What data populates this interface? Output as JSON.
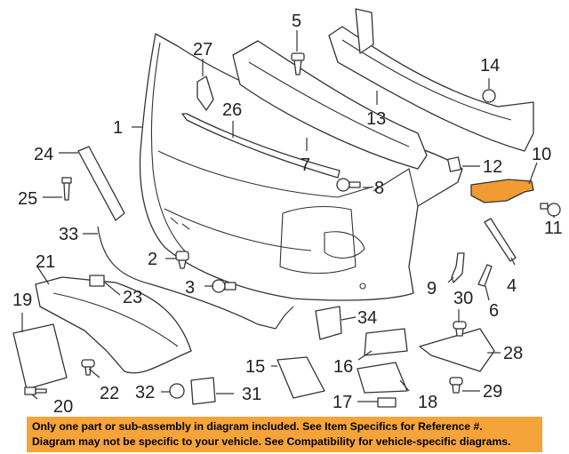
{
  "diagram": {
    "callouts": [
      "1",
      "2",
      "3",
      "4",
      "5",
      "6",
      "7",
      "8",
      "9",
      "10",
      "11",
      "12",
      "13",
      "14",
      "15",
      "16",
      "17",
      "18",
      "19",
      "20",
      "21",
      "22",
      "23",
      "24",
      "25",
      "26",
      "27",
      "28",
      "29",
      "30",
      "31",
      "32",
      "33",
      "34"
    ],
    "highlighted_part": "10",
    "colors": {
      "highlight_fill": "#f29b33",
      "banner_background": "#f5a43a",
      "line_art": "#333333"
    }
  },
  "notice": {
    "line1": "Only one part or sub-assembly in diagram included. See Item Specifics for Reference #.",
    "line2": "Diagram may not be specific to your vehicle. See Compatibility for vehicle-specific diagrams."
  }
}
